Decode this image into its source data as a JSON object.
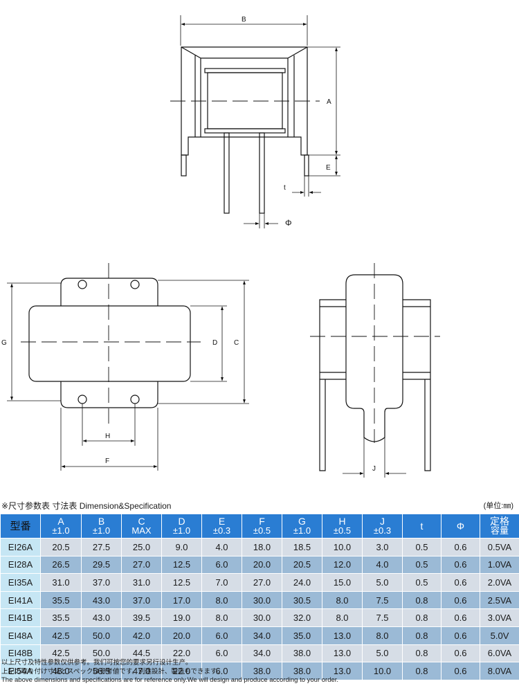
{
  "drawing": {
    "top_view": {
      "dimension_labels": {
        "b": "B",
        "a": "A",
        "e": "E",
        "t": "t",
        "phi": "Φ"
      }
    },
    "front_view": {
      "dimension_labels": {
        "g": "G",
        "d": "D",
        "c": "C",
        "h": "H",
        "f": "F"
      }
    },
    "side_view": {
      "dimension_labels": {
        "j": "J"
      }
    }
  },
  "table": {
    "caption": "※尺寸参数表 寸法表  Dimension&Specification",
    "unit": "(单位:㎜)",
    "headers": [
      {
        "label": "型番",
        "sub": ""
      },
      {
        "label": "A",
        "sub": "±1.0"
      },
      {
        "label": "B",
        "sub": "±1.0"
      },
      {
        "label": "C",
        "sub": "MAX"
      },
      {
        "label": "D",
        "sub": "±1.0"
      },
      {
        "label": "E",
        "sub": "±0.3"
      },
      {
        "label": "F",
        "sub": "±0.5"
      },
      {
        "label": "G",
        "sub": "±1.0"
      },
      {
        "label": "H",
        "sub": "±0.5"
      },
      {
        "label": "J",
        "sub": "±0.3"
      },
      {
        "label": "t",
        "sub": ""
      },
      {
        "label": "Φ",
        "sub": ""
      },
      {
        "label": "定格",
        "sub": "容量"
      }
    ],
    "rows": [
      [
        "EI26A",
        "20.5",
        "27.5",
        "25.0",
        "9.0",
        "4.0",
        "18.0",
        "18.5",
        "10.0",
        "3.0",
        "0.5",
        "0.6",
        "0.5VA"
      ],
      [
        "EI28A",
        "26.5",
        "29.5",
        "27.0",
        "12.5",
        "6.0",
        "20.0",
        "20.5",
        "12.0",
        "4.0",
        "0.5",
        "0.6",
        "1.0VA"
      ],
      [
        "EI35A",
        "31.0",
        "37.0",
        "31.0",
        "12.5",
        "7.0",
        "27.0",
        "24.0",
        "15.0",
        "5.0",
        "0.5",
        "0.6",
        "2.0VA"
      ],
      [
        "EI41A",
        "35.5",
        "43.0",
        "37.0",
        "17.0",
        "8.0",
        "30.0",
        "30.5",
        "8.0",
        "7.5",
        "0.8",
        "0.6",
        "2.5VA"
      ],
      [
        "EI41B",
        "35.5",
        "43.0",
        "39.5",
        "19.0",
        "8.0",
        "30.0",
        "32.0",
        "8.0",
        "7.5",
        "0.8",
        "0.6",
        "3.0VA"
      ],
      [
        "EI48A",
        "42.5",
        "50.0",
        "42.0",
        "20.0",
        "6.0",
        "34.0",
        "35.0",
        "13.0",
        "8.0",
        "0.8",
        "0.6",
        "5.0V"
      ],
      [
        "EI48B",
        "42.5",
        "50.0",
        "44.5",
        "22.0",
        "6.0",
        "34.0",
        "38.0",
        "13.0",
        "5.0",
        "0.8",
        "0.6",
        "6.0VA"
      ],
      [
        "EI54A",
        "48.0",
        "56.5",
        "47.0",
        "22.0",
        "6.0",
        "38.0",
        "38.0",
        "13.0",
        "10.0",
        "0.8",
        "0.6",
        "8.0VA"
      ]
    ]
  },
  "notes": [
    "以上尺寸及特性参数仅供参考。我们可按您的要求另行设计生产。",
    "上記の取り付け寸法とスペックは参考値です。別途設計、製造もできます。",
    "The above dimensions and specifications are for reference only.We will  design and produce  according to your order."
  ],
  "colors": {
    "header_bg": "#2a7dd3",
    "row_light": "#d6dde6",
    "row_dark": "#9bbad6",
    "model_cell": "#c6e6f4"
  }
}
